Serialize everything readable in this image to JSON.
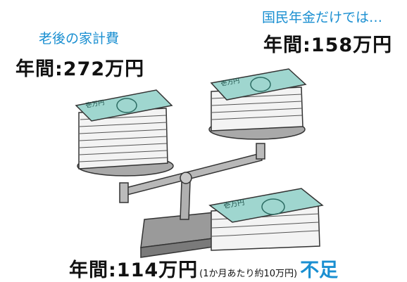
{
  "left": {
    "subtitle": "老後の家計費",
    "amount": "年間:272万円"
  },
  "right": {
    "subtitle": "国民年金だけでは…",
    "amount": "年間:158万円"
  },
  "bottom": {
    "amount": "年間:114万円",
    "note": "(1か月あたり約10万円)",
    "shortfall": "不足"
  },
  "bill_text": "壱万円",
  "colors": {
    "accent": "#1a8fd1",
    "bill": "#2b9a8a",
    "stand": "#8a8a8a",
    "ink": "#111111"
  }
}
